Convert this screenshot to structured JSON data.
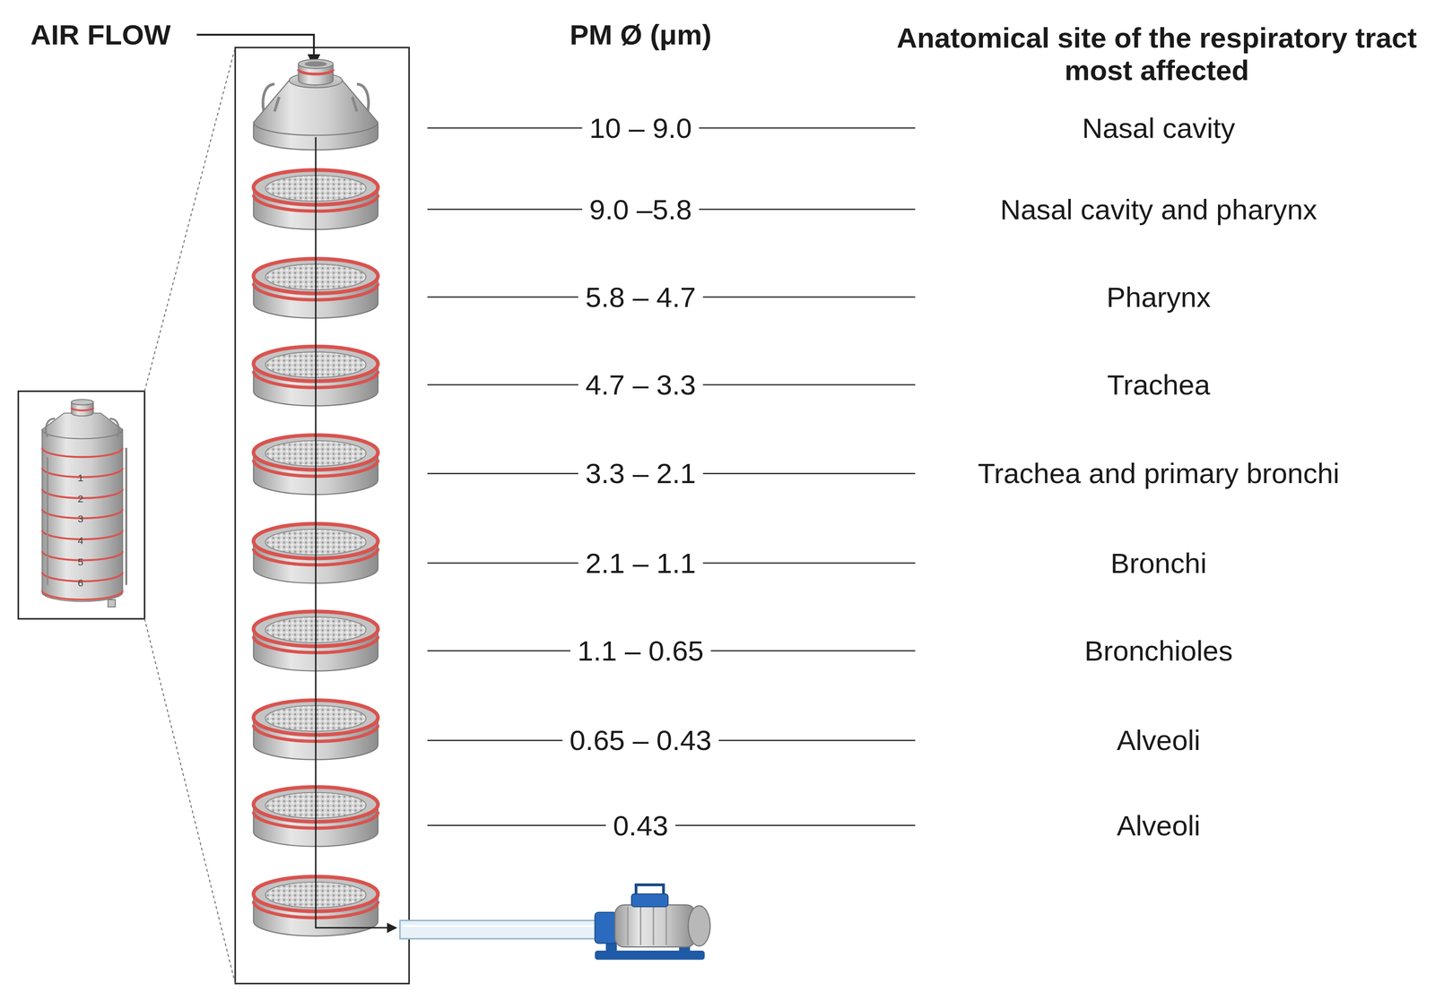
{
  "diagram": {
    "labels": [
      "AIR FLOW",
      "PM Ø (μm)",
      "Anatomical site of the respiratory tract most affected",
      "10 – 9.0",
      "Nasal cavity",
      "9.0 –5.8",
      "Nasal cavity and pharynx",
      "5.8 – 4.7",
      "Pharynx",
      "4.7 – 3.3",
      "Trachea",
      "3.3 – 2.1",
      "Trachea and primary bronchi",
      "2.1 – 1.1",
      "Bronchi",
      "1.1 – 0.65",
      "Bronchioles",
      "0.65 – 0.43",
      "Alveoli",
      "0.43",
      "Alveoli",
      "1",
      "2",
      "3",
      "4",
      "5",
      "6"
    ]
  }
}
